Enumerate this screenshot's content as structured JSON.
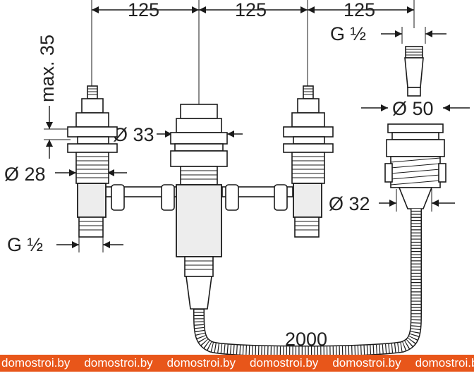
{
  "dimensions": {
    "spacing_1": "125",
    "spacing_2": "125",
    "spacing_3": "125",
    "thread_spout": "G ½",
    "max_height": "max. 35",
    "diameter_valve_top": "Ø 33",
    "diameter_spout": "Ø 50",
    "diameter_handle": "Ø 28",
    "diameter_hole": "Ø 32",
    "thread_inlet": "G ½",
    "hose_length": "2000"
  },
  "watermark": {
    "text": "domostroi.by",
    "count": 6,
    "background": "#e8561a"
  }
}
